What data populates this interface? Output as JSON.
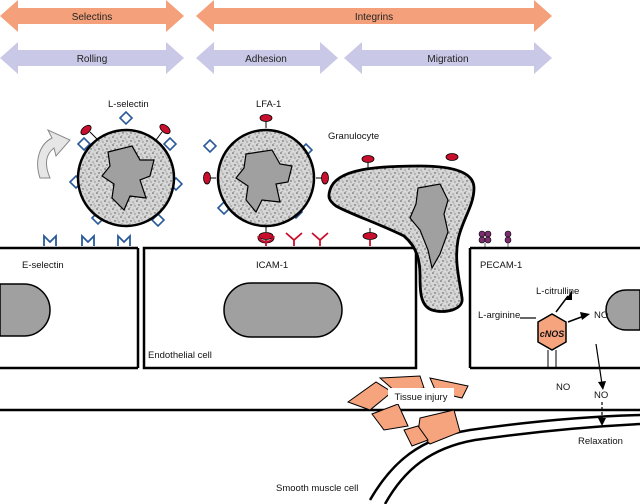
{
  "phases": {
    "selectins": "Selectins",
    "integrins": "Integrins",
    "rolling": "Rolling",
    "adhesion": "Adhesion",
    "migration": "Migration"
  },
  "labels": {
    "l_selectin": "L-selectin",
    "lfa1": "LFA-1",
    "granulocyte": "Granulocyte",
    "e_selectin": "E-selectin",
    "icam1": "ICAM-1",
    "pecam1": "PECAM-1",
    "endothelial_cell": "Endothelial cell",
    "l_citrulline": "L-citrulline",
    "l_arginine": "L-arginine",
    "cnos": "cNOS",
    "no_1": "NO",
    "no_2": "NO",
    "no_3": "NO",
    "relaxation": "Relaxation",
    "tissue_injury": "Tissue injury",
    "smooth_muscle_cell": "Smooth muscle cell"
  },
  "colors": {
    "selectin_arrow": "#f4a07a",
    "phase_arrow": "#c9c8e6",
    "receptor_red": "#c8102e",
    "selectin_blue": "#2a5a9a",
    "nucleus_grey": "#a0a0a0",
    "injury_orange": "#f6a47e"
  }
}
